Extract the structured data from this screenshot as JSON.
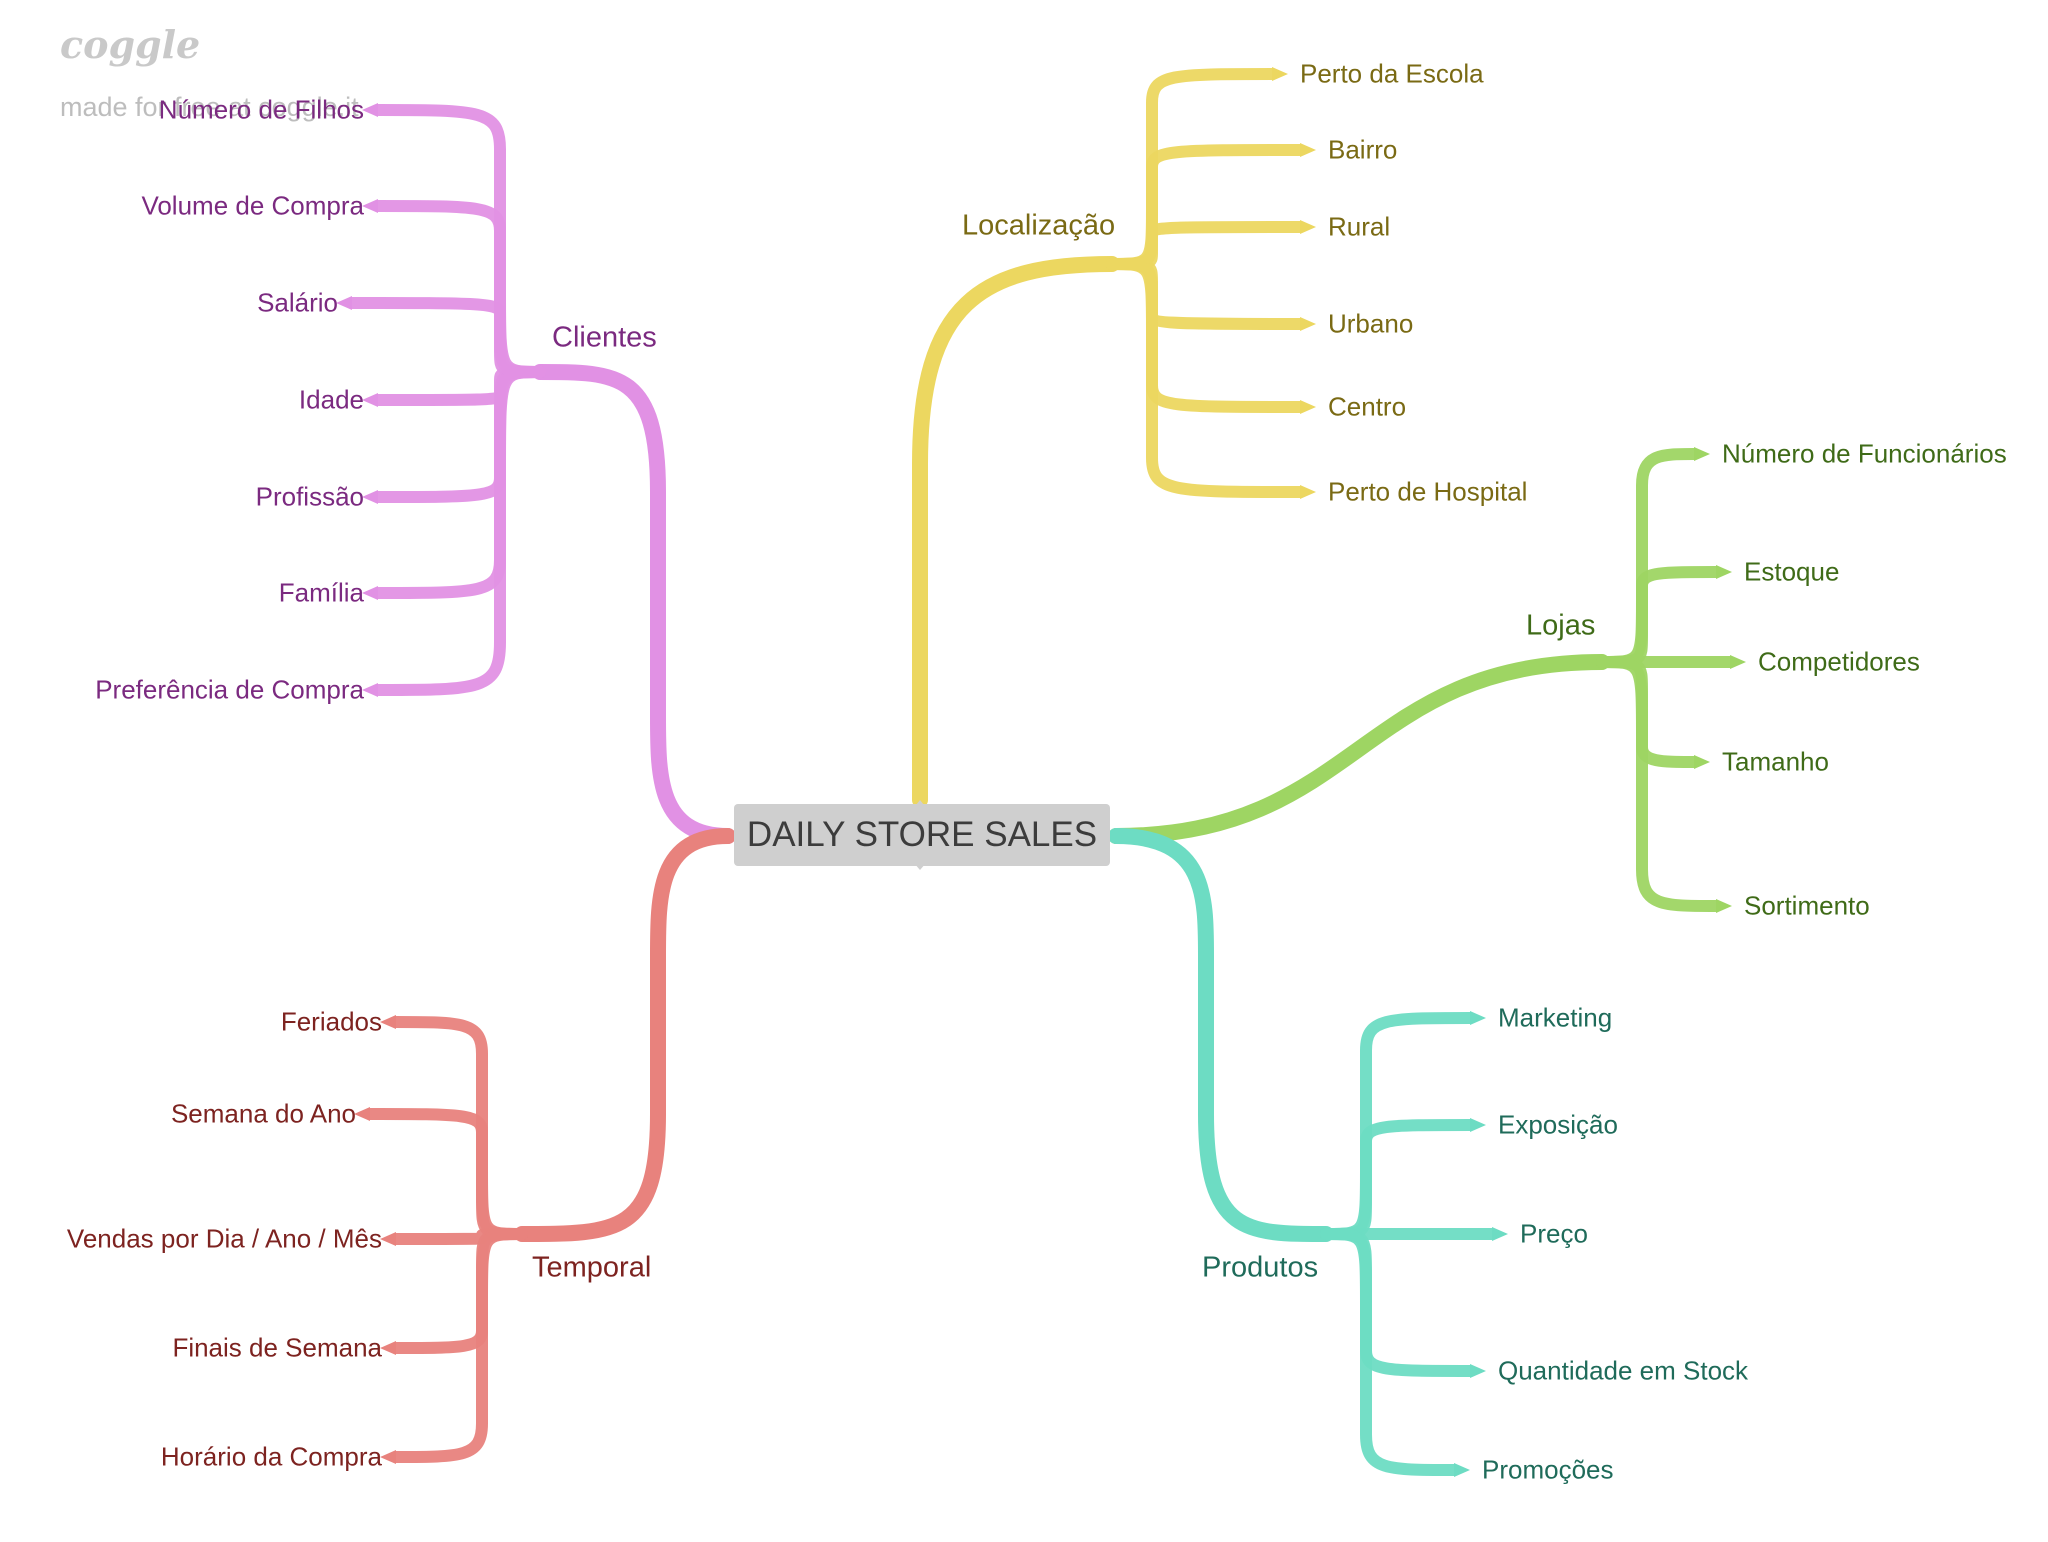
{
  "watermark": {
    "logo": "coggle",
    "tagline": "made for free at coggle.it"
  },
  "root": {
    "label": "DAILY STORE SALES"
  },
  "branches": [
    {
      "id": "clientes",
      "label": "Clientes",
      "color": "#e191e4",
      "text_color": "#7b2a80",
      "children": [
        "Número de Filhos",
        "Volume de Compra",
        "Salário",
        "Idade",
        "Profissão",
        "Família",
        "Preferência de Compra"
      ]
    },
    {
      "id": "localizacao",
      "label": "Localização",
      "color": "#ecd760",
      "text_color": "#7a6a14",
      "children": [
        "Perto da Escola",
        "Bairro",
        "Rural",
        "Urbano",
        "Centro",
        "Perto de Hospital"
      ]
    },
    {
      "id": "lojas",
      "label": "Lojas",
      "color": "#9ed563",
      "text_color": "#3f6b18",
      "children": [
        "Número de Funcionários",
        "Estoque",
        "Competidores",
        "Tamanho",
        "Sortimento"
      ]
    },
    {
      "id": "produtos",
      "label": "Produtos",
      "color": "#6ddcc3",
      "text_color": "#1f6b5a",
      "children": [
        "Marketing",
        "Exposição",
        "Preço",
        "Quantidade em Stock",
        "Promoções"
      ]
    },
    {
      "id": "temporal",
      "label": "Temporal",
      "color": "#e8827d",
      "text_color": "#7d2320",
      "children": [
        "Feriados",
        "Semana do Ano",
        "Vendas por Dia / Ano / Mês",
        "Finais de Semana",
        "Horário da Compra"
      ]
    }
  ]
}
